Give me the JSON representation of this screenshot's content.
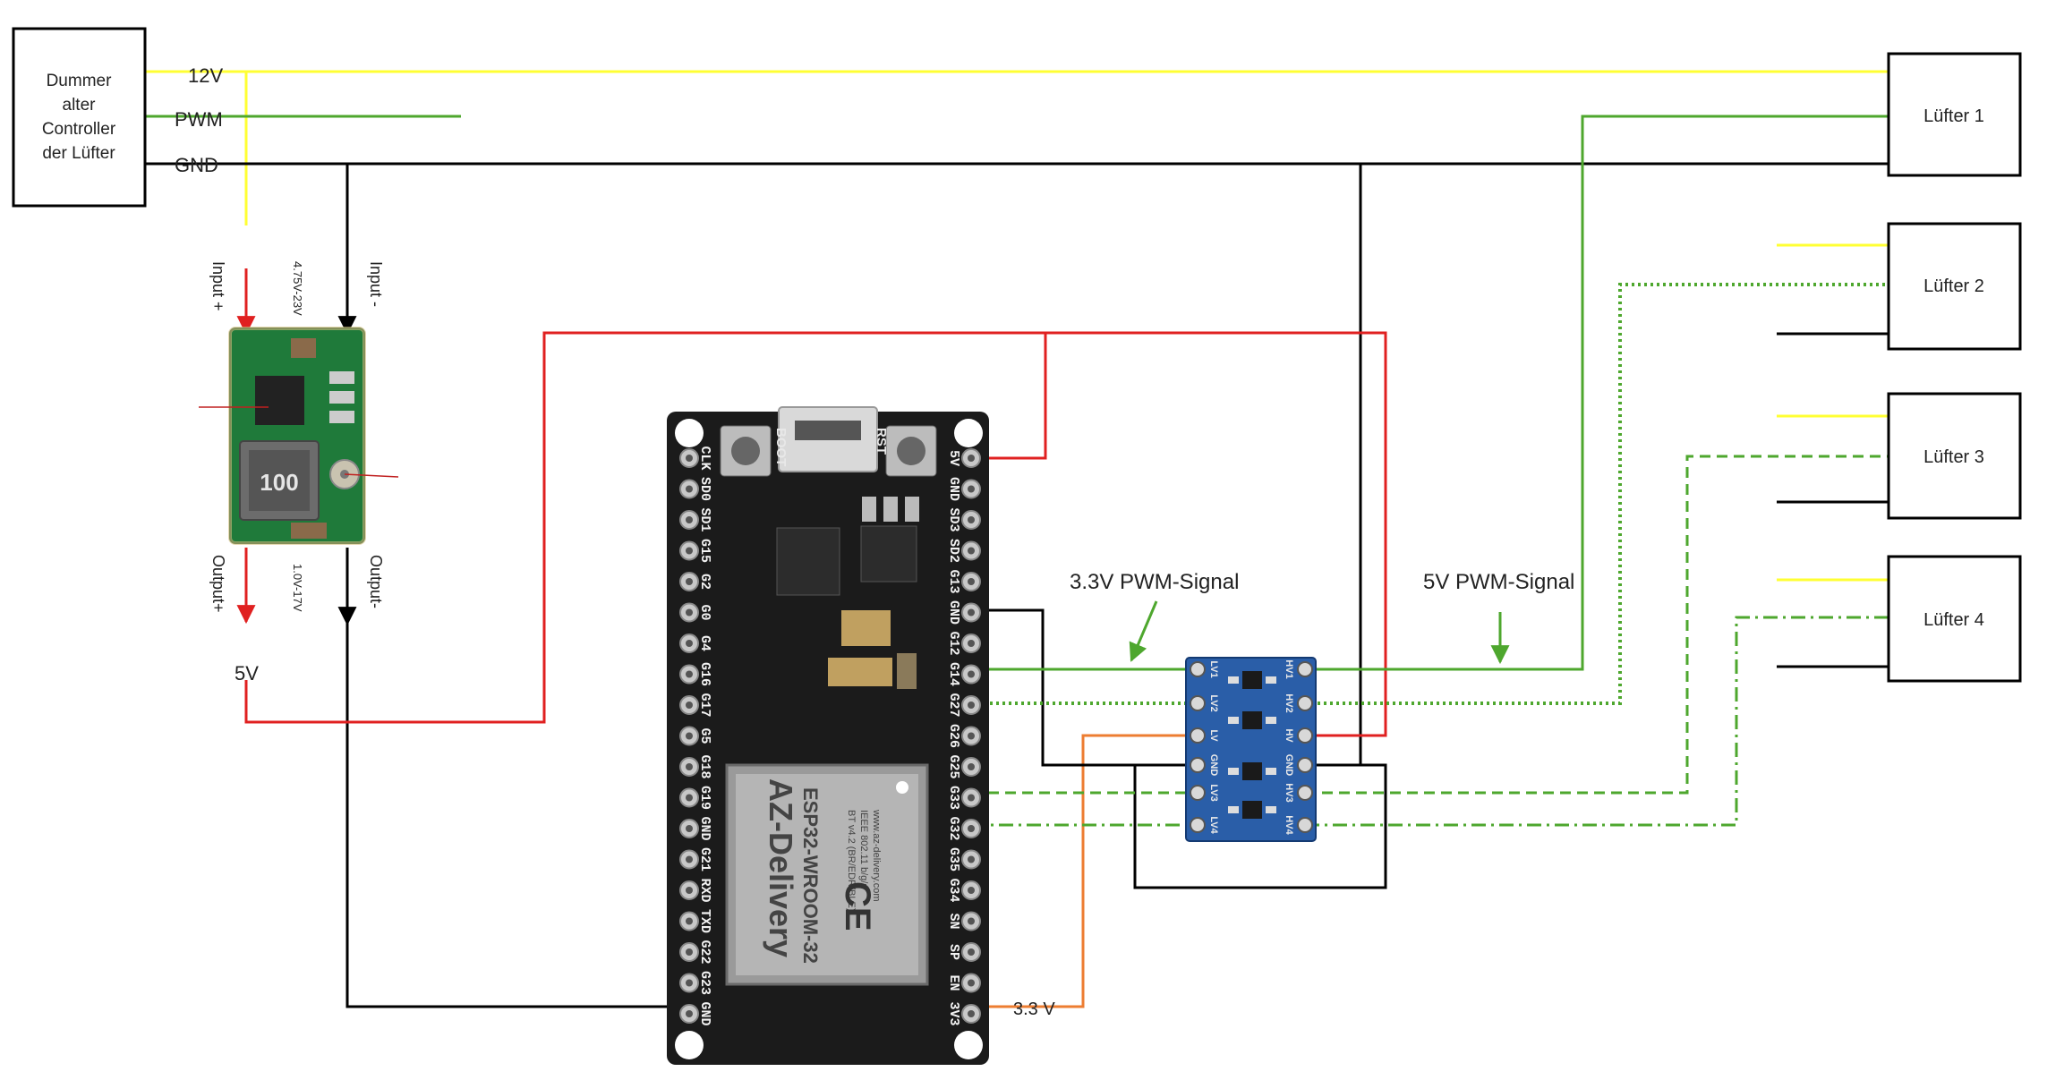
{
  "controller": {
    "lines": [
      "Dummer",
      "alter",
      "Controller",
      "der Lüfter"
    ]
  },
  "fans": [
    {
      "label": "Lüfter 1"
    },
    {
      "label": "Lüfter 2"
    },
    {
      "label": "Lüfter 3"
    },
    {
      "label": "Lüfter 4"
    }
  ],
  "bus_labels": {
    "v12": "12V",
    "pwm": "PWM",
    "gnd": "GND"
  },
  "buck_converter": {
    "input_plus": "Input +",
    "input_minus": "Input -",
    "input_range": "4.75V-23V",
    "output_plus": "Output+",
    "output_minus": "Output-",
    "output_range": "1.0V-17V",
    "inductor": "100",
    "output_voltage": "5V"
  },
  "esp32": {
    "module_brand": "AZ-Delivery",
    "module_name": "ESP32-WROOM-32",
    "module_info": [
      "BT v4.2 (BR/EDR/BLE)",
      "IEEE 802.11 b/g/n",
      "www.az-delivery.com"
    ],
    "left_pins": [
      "CLK",
      "SD0",
      "SD1",
      "G15",
      "G2",
      "G0",
      "G4",
      "G16",
      "G17",
      "G5",
      "G18",
      "G19",
      "GND",
      "G21",
      "RXD",
      "TXD",
      "G22",
      "G23",
      "GND"
    ],
    "right_pins": [
      "5V",
      "GND",
      "SD3",
      "SD2",
      "G13",
      "GND",
      "G12",
      "G14",
      "G27",
      "G26",
      "G25",
      "G33",
      "G32",
      "G35",
      "G34",
      "SN",
      "SP",
      "EN",
      "3V3"
    ],
    "boot_label": "BOOT",
    "rst_label": "RST",
    "supply_label": "3.3 V"
  },
  "level_shifter": {
    "left_pins": [
      "LV1",
      "LV2",
      "LV",
      "GND",
      "LV3",
      "LV4"
    ],
    "right_pins": [
      "HV1",
      "HV2",
      "HV",
      "GND",
      "HV3",
      "HV4"
    ]
  },
  "annotations": {
    "pwm_3v3": "3.3V PWM-Signal",
    "pwm_5v": "5V PWM-Signal"
  },
  "colors": {
    "v12": "#ffff33",
    "pwm": "#4ea72e",
    "gnd": "#000000",
    "v5": "#e02020",
    "v3": "#ed7d31",
    "esp_board": "#1b1b1b",
    "buck_pcb": "#1f7a3a",
    "shifter_pcb": "#2a5ea8"
  }
}
